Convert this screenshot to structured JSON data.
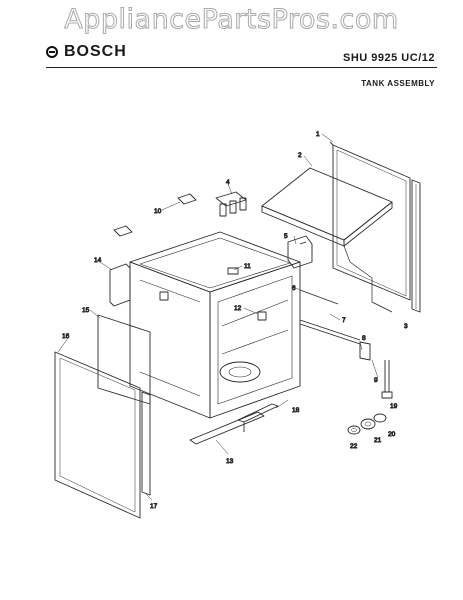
{
  "watermark": "AppliancePartsPros.com",
  "header": {
    "brand": "BOSCH",
    "model": "SHU 9925 UC/12",
    "section": "TANK ASSEMBLY"
  },
  "callouts": [
    "1",
    "2",
    "3",
    "4",
    "5",
    "6",
    "7",
    "8",
    "9",
    "10",
    "11",
    "12",
    "13",
    "14",
    "15",
    "16",
    "17",
    "18",
    "19",
    "20",
    "21",
    "22"
  ]
}
